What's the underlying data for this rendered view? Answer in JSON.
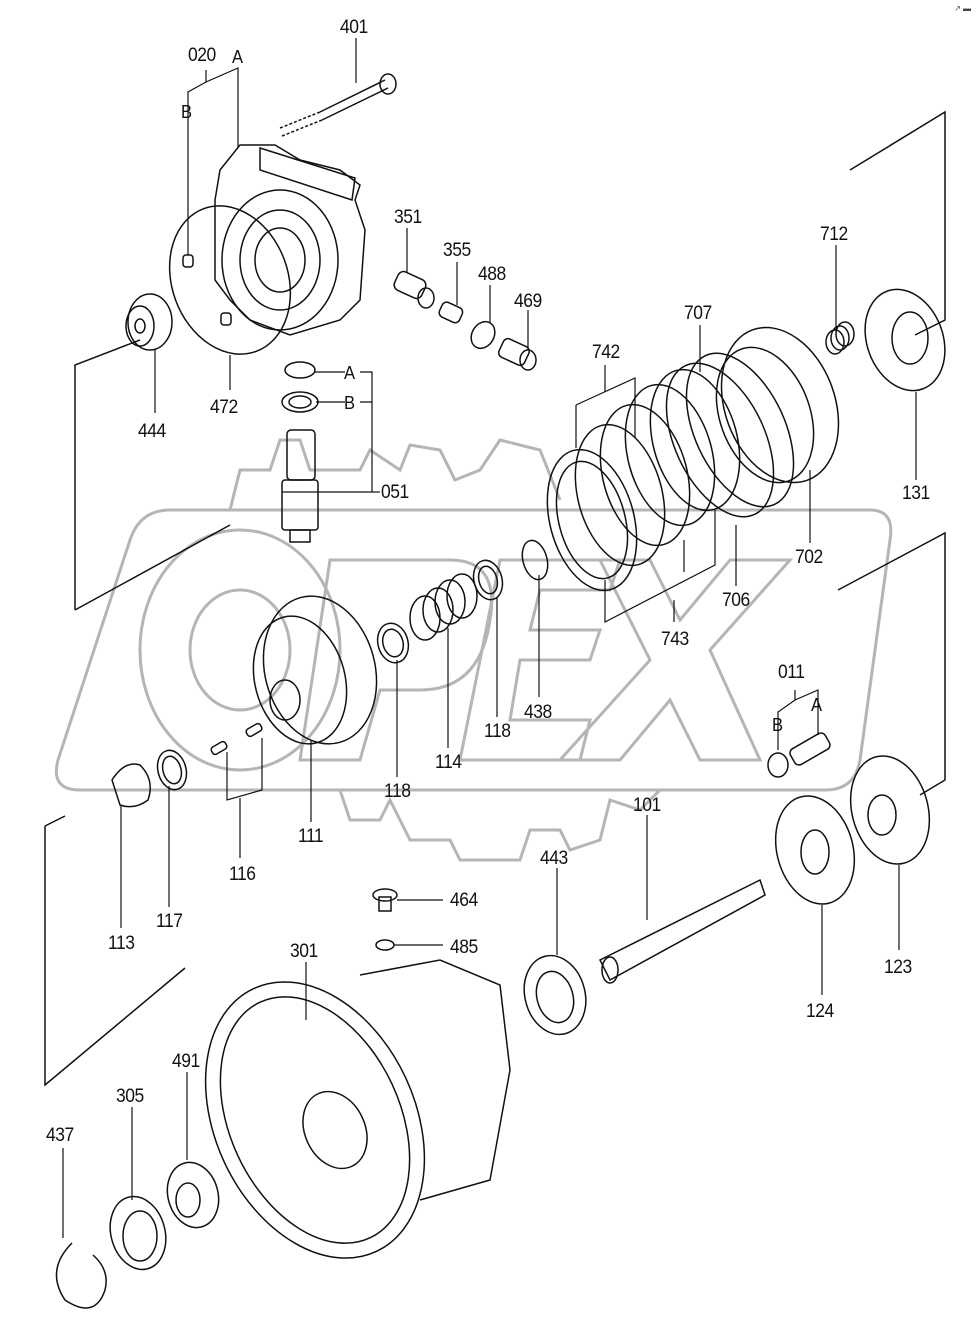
{
  "diagram": {
    "title": "Travel motor exploded parts diagram",
    "watermark_text": "OPEX",
    "watermark_color": "#b5b5b5",
    "line_color": "#111111",
    "corner_mark": "↗ ▬",
    "parts": [
      {
        "id": "401",
        "label": "401"
      },
      {
        "id": "020",
        "label": "020",
        "sub": [
          "A",
          "B"
        ]
      },
      {
        "id": "351",
        "label": "351"
      },
      {
        "id": "355",
        "label": "355"
      },
      {
        "id": "488",
        "label": "488"
      },
      {
        "id": "469",
        "label": "469"
      },
      {
        "id": "712",
        "label": "712"
      },
      {
        "id": "707",
        "label": "707"
      },
      {
        "id": "742",
        "label": "742"
      },
      {
        "id": "131",
        "label": "131"
      },
      {
        "id": "444",
        "label": "444"
      },
      {
        "id": "472",
        "label": "472"
      },
      {
        "id": "051",
        "label": "051",
        "sub": [
          "A",
          "B"
        ]
      },
      {
        "id": "702",
        "label": "702"
      },
      {
        "id": "706",
        "label": "706"
      },
      {
        "id": "743",
        "label": "743"
      },
      {
        "id": "438",
        "label": "438"
      },
      {
        "id": "118a",
        "label": "118"
      },
      {
        "id": "114",
        "label": "114"
      },
      {
        "id": "118b",
        "label": "118"
      },
      {
        "id": "111",
        "label": "111"
      },
      {
        "id": "116",
        "label": "116"
      },
      {
        "id": "117",
        "label": "117"
      },
      {
        "id": "113",
        "label": "113"
      },
      {
        "id": "011",
        "label": "011",
        "sub": [
          "A",
          "B"
        ]
      },
      {
        "id": "101",
        "label": "101"
      },
      {
        "id": "443",
        "label": "443"
      },
      {
        "id": "464",
        "label": "464"
      },
      {
        "id": "485",
        "label": "485"
      },
      {
        "id": "124",
        "label": "124"
      },
      {
        "id": "123",
        "label": "123"
      },
      {
        "id": "301",
        "label": "301"
      },
      {
        "id": "491",
        "label": "491"
      },
      {
        "id": "305",
        "label": "305"
      },
      {
        "id": "437",
        "label": "437"
      }
    ]
  }
}
